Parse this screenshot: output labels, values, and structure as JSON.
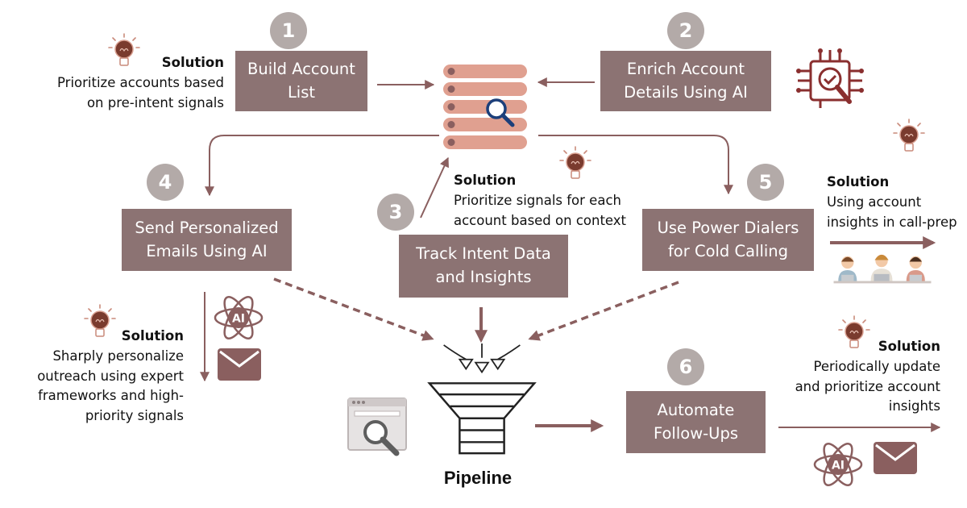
{
  "steps": [
    {
      "number": "1",
      "label": "Build Account\nList"
    },
    {
      "number": "2",
      "label": "Enrich Account\nDetails Using AI"
    },
    {
      "number": "3",
      "label": "Track Intent Data\nand Insights"
    },
    {
      "number": "4",
      "label": "Send Personalized\nEmails Using AI"
    },
    {
      "number": "5",
      "label": "Use Power Dialers\nfor Cold Calling"
    },
    {
      "number": "6",
      "label": "Automate\nFollow-Ups"
    }
  ],
  "solutions": [
    {
      "title": "Solution",
      "body": "Prioritize accounts based\non pre-intent signals"
    },
    {
      "title": "Solution",
      "body": "Prioritize signals for each\naccount based on context"
    },
    {
      "title": "Solution",
      "body": "Using account\ninsights in call-prep"
    },
    {
      "title": "Solution",
      "body": "Sharply personalize\noutreach using expert\nframeworks and high-\npriority signals"
    },
    {
      "title": "Solution",
      "body": "Periodically update\nand prioritize account\ninsights"
    }
  ],
  "pipeline_label": "Pipeline",
  "ai_badge_text": "AI",
  "colors": {
    "box": "#8c7373",
    "number_circle": "#b3aaa8",
    "arrow": "#8a5f5f",
    "database": "#e0a090",
    "bulb": "#7a3b2e",
    "icon": "#8a5f5f"
  }
}
